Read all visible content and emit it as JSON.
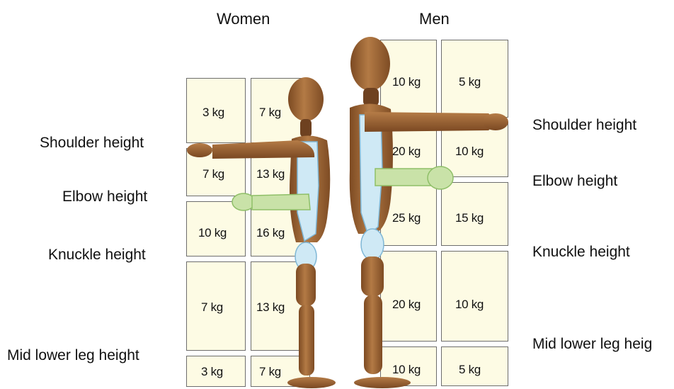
{
  "headers": {
    "women": "Women",
    "men": "Men"
  },
  "left_labels": {
    "shoulder": "Shoulder height",
    "elbow": "Elbow height",
    "knuckle": "Knuckle height",
    "lower_leg": "Mid lower leg height"
  },
  "right_labels": {
    "shoulder": "Shoulder height",
    "elbow": "Elbow height",
    "knuckle": "Knuckle height",
    "lower_leg": "Mid lower leg heig"
  },
  "women": {
    "above_shoulder": [
      "3 kg",
      "7 kg"
    ],
    "shoulder_elbow": [
      "7 kg",
      "13 kg"
    ],
    "elbow_knuckle": [
      "10 kg",
      "16 kg"
    ],
    "knuckle_leg": [
      "7 kg",
      "13 kg"
    ],
    "below_leg": [
      "3 kg",
      "7 kg"
    ]
  },
  "men": {
    "above_shoulder": [
      "10 kg",
      "5 kg"
    ],
    "shoulder_elbow": [
      "20 kg",
      "10 kg"
    ],
    "elbow_knuckle": [
      "25 kg",
      "15 kg"
    ],
    "knuckle_leg": [
      "20 kg",
      "10 kg"
    ],
    "below_leg": [
      "10 kg",
      "5 kg"
    ]
  },
  "colors": {
    "cell_fill": "#fdfbe4",
    "cell_border": "#6d6d6d",
    "wood": "#a0683a",
    "upper_arm_highlight": "#cfe9f5",
    "forearm_highlight": "#c9e2a8"
  }
}
